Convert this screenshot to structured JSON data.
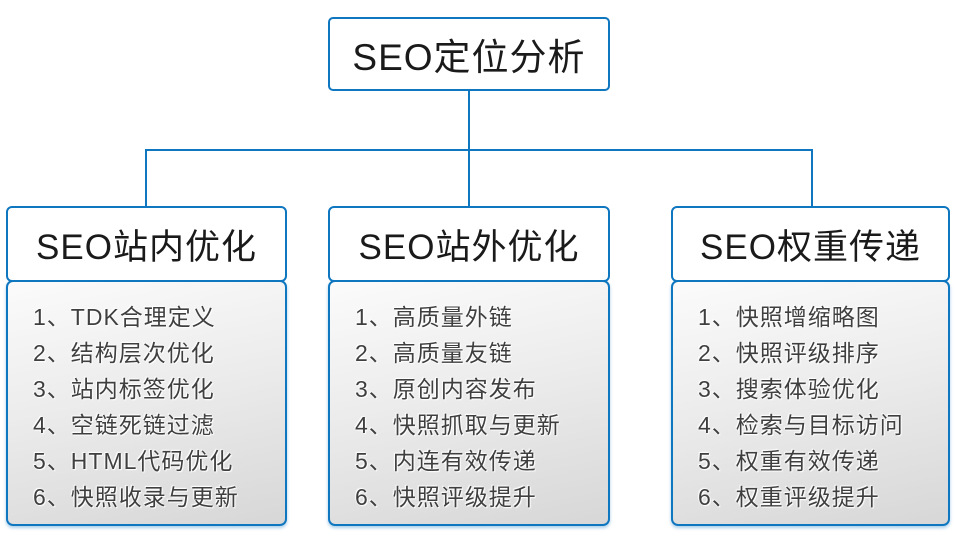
{
  "diagram": {
    "root_label": "SEO定位分析",
    "columns": [
      {
        "title": "SEO站内优化",
        "items": [
          "1、TDK合理定义",
          "2、结构层次优化",
          "3、站内标签优化",
          "4、空链死链过滤",
          "5、HTML代码优化",
          "6、快照收录与更新"
        ]
      },
      {
        "title": "SEO站外优化",
        "items": [
          "1、高质量外链",
          "2、高质量友链",
          "3、原创内容发布",
          "4、快照抓取与更新",
          "5、内连有效传递",
          "6、快照评级提升"
        ]
      },
      {
        "title": "SEO权重传递",
        "items": [
          "1、快照增缩略图",
          "2、快照评级排序",
          "3、搜索体验优化",
          "4、检索与目标访问",
          "5、权重有效传递",
          "6、权重评级提升"
        ]
      }
    ],
    "colors": {
      "accent": "#0f76c0",
      "title_text": "#1a1a1a",
      "list_text": "#3f3f3f",
      "panel_top": "#fbfbfb",
      "panel_bottom": "#d7d7d7"
    }
  }
}
